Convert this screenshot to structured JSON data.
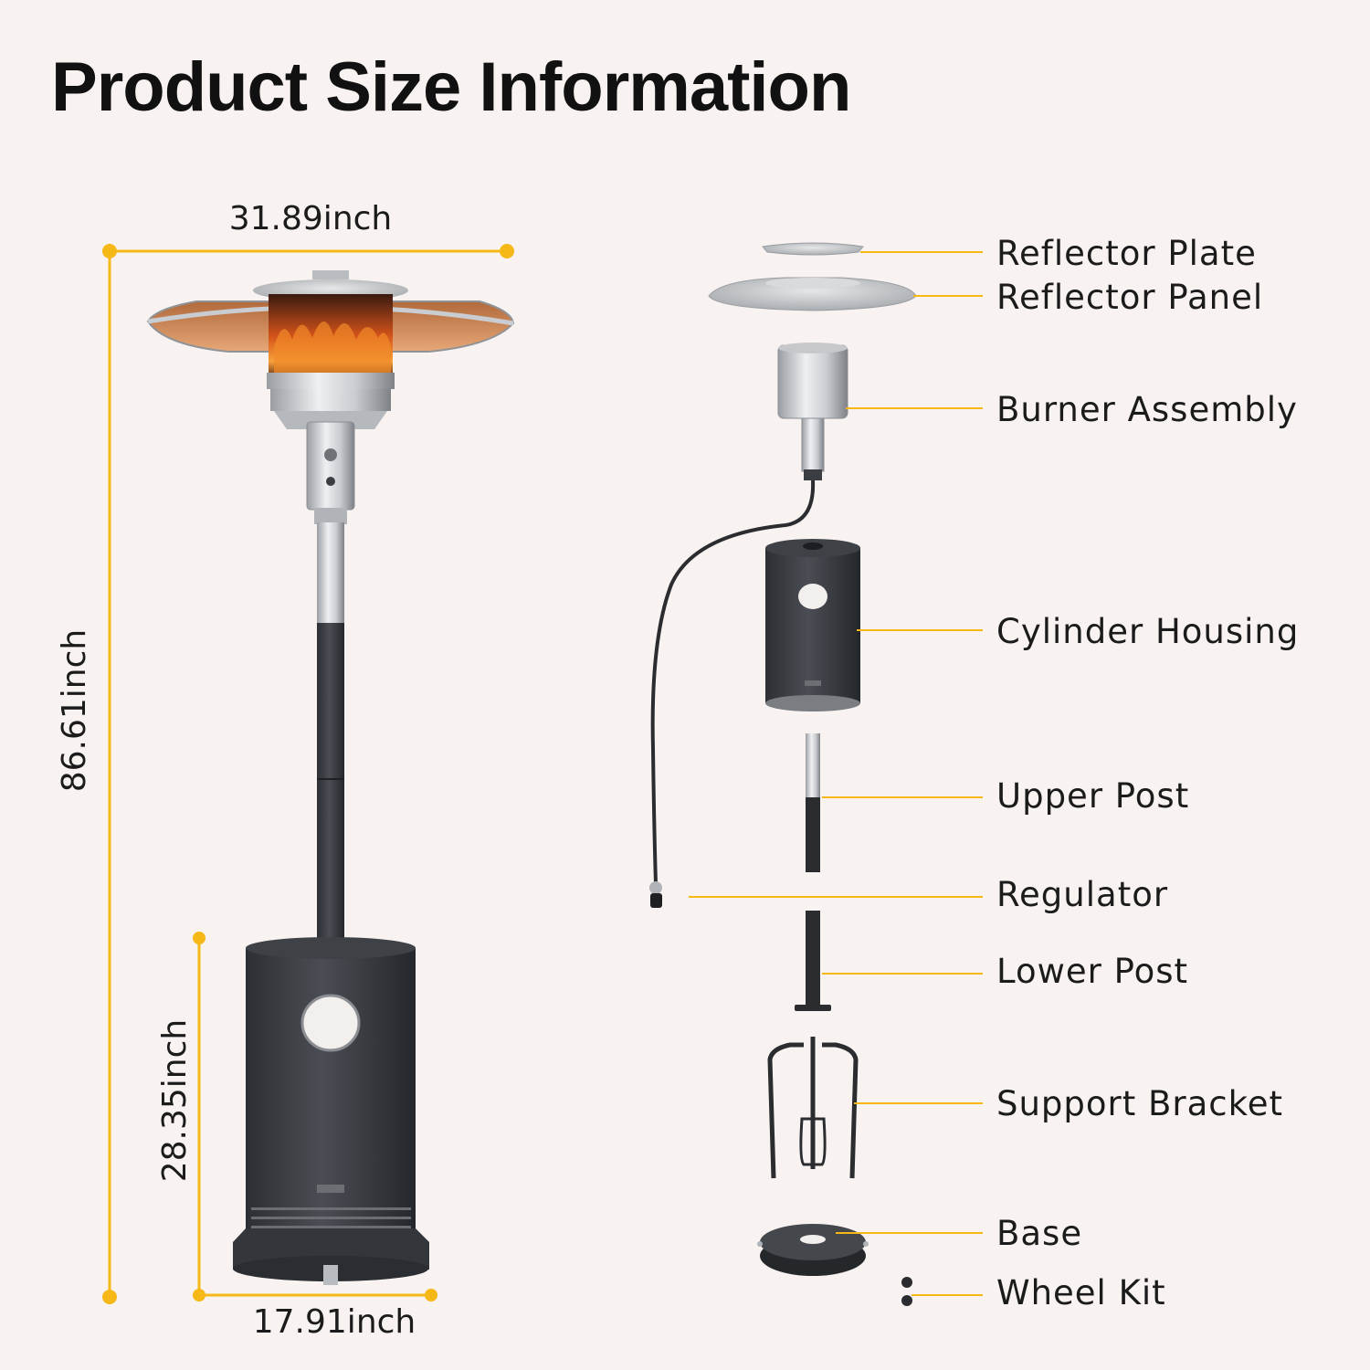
{
  "title": "Product Size Information",
  "colors": {
    "accent": "#f5b816",
    "background": "#f8f3f0",
    "body": "#3c3f44"
  },
  "dimensions": {
    "width": "31.89inch",
    "height": "86.61inch",
    "base_height": "28.35inch",
    "base_width": "17.91inch"
  },
  "parts": [
    "Reflector Plate",
    "Reflector Panel",
    "Burner Assembly",
    "Cylinder Housing",
    "Upper Post",
    "Regulator",
    "Lower Post",
    "Support Bracket",
    "Base",
    "Wheel Kit"
  ]
}
